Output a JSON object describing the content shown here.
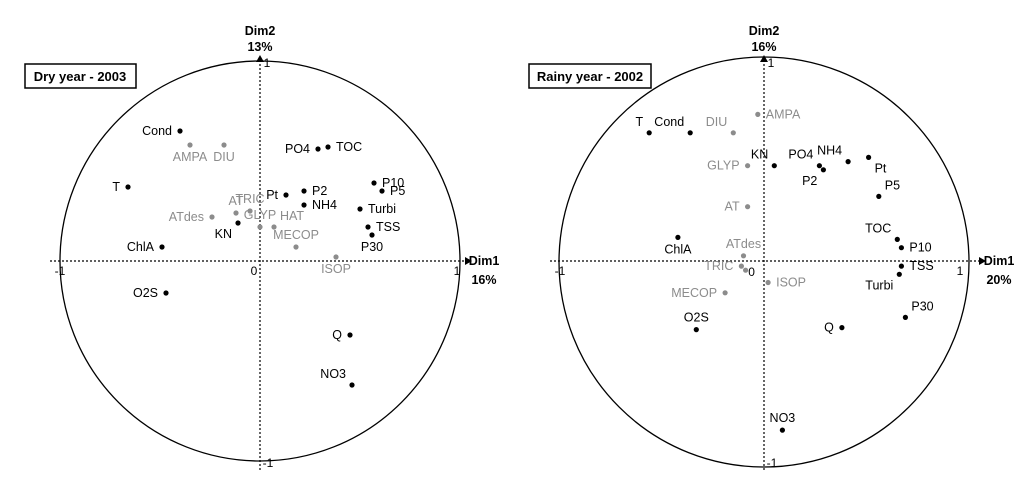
{
  "chart_data": [
    {
      "type": "scatter",
      "title": "Dry year - 2003",
      "x_axis": {
        "name": "Dim1",
        "pct": "16%"
      },
      "y_axis": {
        "name": "Dim2",
        "pct": "13%"
      },
      "xlim": [
        -1,
        1
      ],
      "ylim": [
        -1,
        1
      ],
      "ticks": {
        "x_neg": "-1",
        "origin": "0",
        "x_pos": "1",
        "y_pos": "1",
        "y_neg": "-1"
      },
      "colors": {
        "active": "#000000",
        "supplementary": "#8c8c8c"
      },
      "points": [
        {
          "label": "Cond",
          "x": -0.4,
          "y": 0.65,
          "kind": "active",
          "anchor": "left"
        },
        {
          "label": "AMPA",
          "x": -0.35,
          "y": 0.58,
          "kind": "supplementary",
          "anchor": "below"
        },
        {
          "label": "DIU",
          "x": -0.18,
          "y": 0.58,
          "kind": "supplementary",
          "anchor": "below"
        },
        {
          "label": "T",
          "x": -0.66,
          "y": 0.37,
          "kind": "active",
          "anchor": "left"
        },
        {
          "label": "PO4",
          "x": 0.29,
          "y": 0.56,
          "kind": "active",
          "anchor": "left"
        },
        {
          "label": "TOC",
          "x": 0.34,
          "y": 0.57,
          "kind": "active",
          "anchor": "right"
        },
        {
          "label": "P10",
          "x": 0.57,
          "y": 0.39,
          "kind": "active",
          "anchor": "right"
        },
        {
          "label": "P5",
          "x": 0.61,
          "y": 0.35,
          "kind": "active",
          "anchor": "right"
        },
        {
          "label": "Pt",
          "x": 0.13,
          "y": 0.33,
          "kind": "active",
          "anchor": "left"
        },
        {
          "label": "P2",
          "x": 0.22,
          "y": 0.35,
          "kind": "active",
          "anchor": "right"
        },
        {
          "label": "NH4",
          "x": 0.22,
          "y": 0.28,
          "kind": "active",
          "anchor": "right"
        },
        {
          "label": "Turbi",
          "x": 0.5,
          "y": 0.26,
          "kind": "active",
          "anchor": "right"
        },
        {
          "label": "TSS",
          "x": 0.54,
          "y": 0.17,
          "kind": "active",
          "anchor": "right"
        },
        {
          "label": "P30",
          "x": 0.56,
          "y": 0.13,
          "kind": "active",
          "anchor": "below"
        },
        {
          "label": "AT",
          "x": -0.12,
          "y": 0.24,
          "kind": "supplementary",
          "anchor": "above"
        },
        {
          "label": "TRIC",
          "x": -0.05,
          "y": 0.25,
          "kind": "supplementary",
          "anchor": "above"
        },
        {
          "label": "ATdes",
          "x": -0.24,
          "y": 0.22,
          "kind": "supplementary",
          "anchor": "left"
        },
        {
          "label": "KN",
          "x": -0.11,
          "y": 0.19,
          "kind": "active",
          "anchor": "belowleft"
        },
        {
          "label": "GLYP",
          "x": 0.0,
          "y": 0.17,
          "kind": "supplementary",
          "anchor": "above"
        },
        {
          "label": "HAT",
          "x": 0.07,
          "y": 0.17,
          "kind": "supplementary",
          "anchor": "aboveright"
        },
        {
          "label": "MECOP",
          "x": 0.18,
          "y": 0.07,
          "kind": "supplementary",
          "anchor": "above"
        },
        {
          "label": "ChlA",
          "x": -0.49,
          "y": 0.07,
          "kind": "active",
          "anchor": "left"
        },
        {
          "label": "ISOP",
          "x": 0.38,
          "y": 0.02,
          "kind": "supplementary",
          "anchor": "below"
        },
        {
          "label": "O2S",
          "x": -0.47,
          "y": -0.16,
          "kind": "active",
          "anchor": "left"
        },
        {
          "label": "Q",
          "x": 0.45,
          "y": -0.37,
          "kind": "active",
          "anchor": "left"
        },
        {
          "label": "NO3",
          "x": 0.46,
          "y": -0.62,
          "kind": "active",
          "anchor": "aboveleft"
        }
      ]
    },
    {
      "type": "scatter",
      "title": "Rainy year - 2002",
      "x_axis": {
        "name": "Dim1",
        "pct": "20%"
      },
      "y_axis": {
        "name": "Dim2",
        "pct": "16%"
      },
      "xlim": [
        -1,
        1
      ],
      "ylim": [
        -1,
        1
      ],
      "ticks": {
        "x_neg": "-1",
        "origin": "0",
        "x_pos": "1",
        "y_pos": "1",
        "y_neg": "-1"
      },
      "colors": {
        "active": "#000000",
        "supplementary": "#8c8c8c"
      },
      "points": [
        {
          "label": "AMPA",
          "x": -0.03,
          "y": 0.72,
          "kind": "supplementary",
          "anchor": "right"
        },
        {
          "label": "T",
          "x": -0.56,
          "y": 0.63,
          "kind": "active",
          "anchor": "aboveleft"
        },
        {
          "label": "Cond",
          "x": -0.36,
          "y": 0.63,
          "kind": "active",
          "anchor": "aboveleft"
        },
        {
          "label": "DIU",
          "x": -0.15,
          "y": 0.63,
          "kind": "supplementary",
          "anchor": "aboveleft"
        },
        {
          "label": "KN",
          "x": 0.05,
          "y": 0.47,
          "kind": "active",
          "anchor": "aboveleft"
        },
        {
          "label": "PO4",
          "x": 0.27,
          "y": 0.47,
          "kind": "active",
          "anchor": "aboveleft"
        },
        {
          "label": "NH4",
          "x": 0.41,
          "y": 0.49,
          "kind": "active",
          "anchor": "aboveleft"
        },
        {
          "label": "Pt",
          "x": 0.51,
          "y": 0.51,
          "kind": "active",
          "anchor": "belowright"
        },
        {
          "label": "P2",
          "x": 0.29,
          "y": 0.45,
          "kind": "active",
          "anchor": "belowleft"
        },
        {
          "label": "GLYP",
          "x": -0.08,
          "y": 0.47,
          "kind": "supplementary",
          "anchor": "left"
        },
        {
          "label": "P5",
          "x": 0.56,
          "y": 0.32,
          "kind": "active",
          "anchor": "aboveright"
        },
        {
          "label": "AT",
          "x": -0.08,
          "y": 0.27,
          "kind": "supplementary",
          "anchor": "left"
        },
        {
          "label": "TOC",
          "x": 0.65,
          "y": 0.11,
          "kind": "active",
          "anchor": "aboveleft"
        },
        {
          "label": "P10",
          "x": 0.67,
          "y": 0.07,
          "kind": "active",
          "anchor": "right"
        },
        {
          "label": "ChlA",
          "x": -0.42,
          "y": 0.12,
          "kind": "active",
          "anchor": "below"
        },
        {
          "label": "ATdes",
          "x": -0.1,
          "y": 0.03,
          "kind": "supplementary",
          "anchor": "above"
        },
        {
          "label": "TSS",
          "x": 0.67,
          "y": -0.02,
          "kind": "active",
          "anchor": "right"
        },
        {
          "label": "Turbi",
          "x": 0.66,
          "y": -0.06,
          "kind": "active",
          "anchor": "belowleft"
        },
        {
          "label": "TRIC",
          "x": -0.11,
          "y": -0.02,
          "kind": "supplementary",
          "anchor": "left"
        },
        {
          "label": "0",
          "x": -0.09,
          "y": -0.04,
          "kind": "supplementary",
          "anchor": "none"
        },
        {
          "label": "ISOP",
          "x": 0.02,
          "y": -0.1,
          "kind": "supplementary",
          "anchor": "right"
        },
        {
          "label": "MECOP",
          "x": -0.19,
          "y": -0.15,
          "kind": "supplementary",
          "anchor": "left"
        },
        {
          "label": "O2S",
          "x": -0.33,
          "y": -0.33,
          "kind": "active",
          "anchor": "above"
        },
        {
          "label": "Q",
          "x": 0.38,
          "y": -0.32,
          "kind": "active",
          "anchor": "left"
        },
        {
          "label": "P30",
          "x": 0.69,
          "y": -0.27,
          "kind": "active",
          "anchor": "aboveright"
        },
        {
          "label": "NO3",
          "x": 0.09,
          "y": -0.82,
          "kind": "active",
          "anchor": "above"
        }
      ]
    }
  ]
}
